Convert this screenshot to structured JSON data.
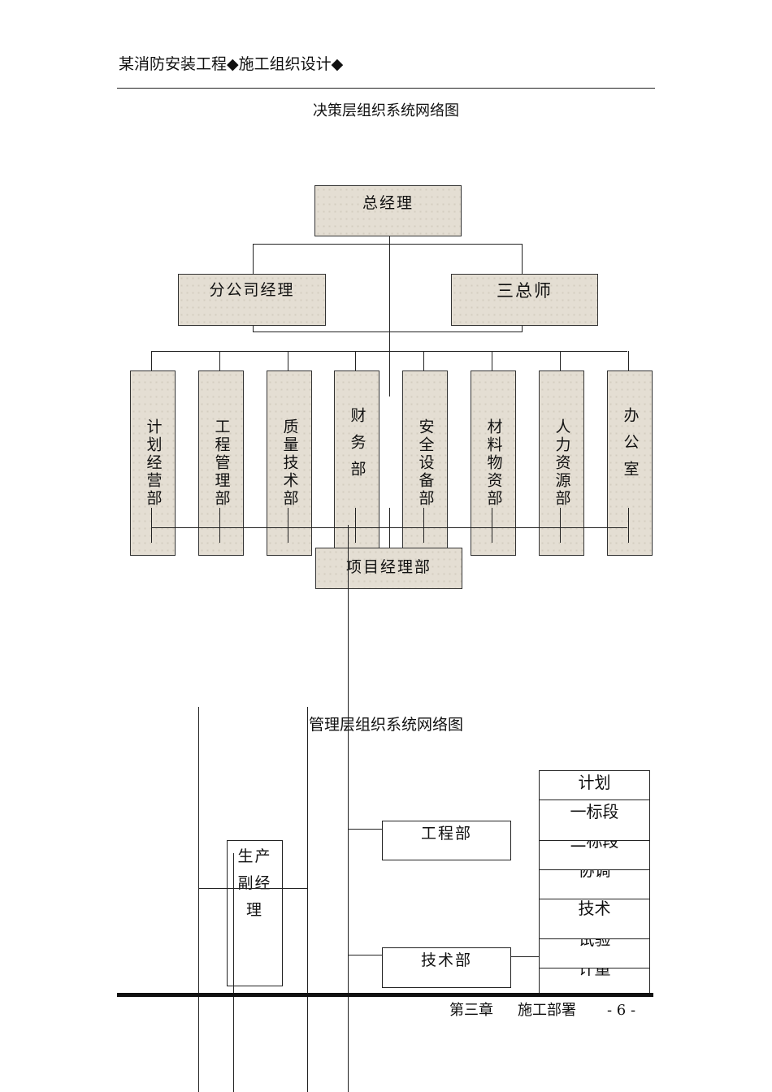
{
  "header": {
    "title": "某消防安装工程◆施工组织设计◆"
  },
  "chart1": {
    "title": "决策层组织系统网络图",
    "top": "总经理",
    "level2": [
      "分公司经理",
      "三总师"
    ],
    "departments": [
      "计划经营部",
      "工程管理部",
      "质量技术部",
      "财务部",
      "安全设备部",
      "材料物资部",
      "人力资源部",
      "办公室"
    ],
    "bottom": "项目经理部"
  },
  "chart2": {
    "title": "管理层组织系统网络图",
    "deputy": "生产副经理",
    "depts": [
      "工程部",
      "技术部"
    ],
    "right_column": [
      "计划",
      "一标段",
      "二标段",
      "协调",
      "技术",
      "试验",
      "计量"
    ]
  },
  "footer": {
    "chapter": "第三章",
    "section": "施工部署",
    "page": "- 6 -"
  }
}
